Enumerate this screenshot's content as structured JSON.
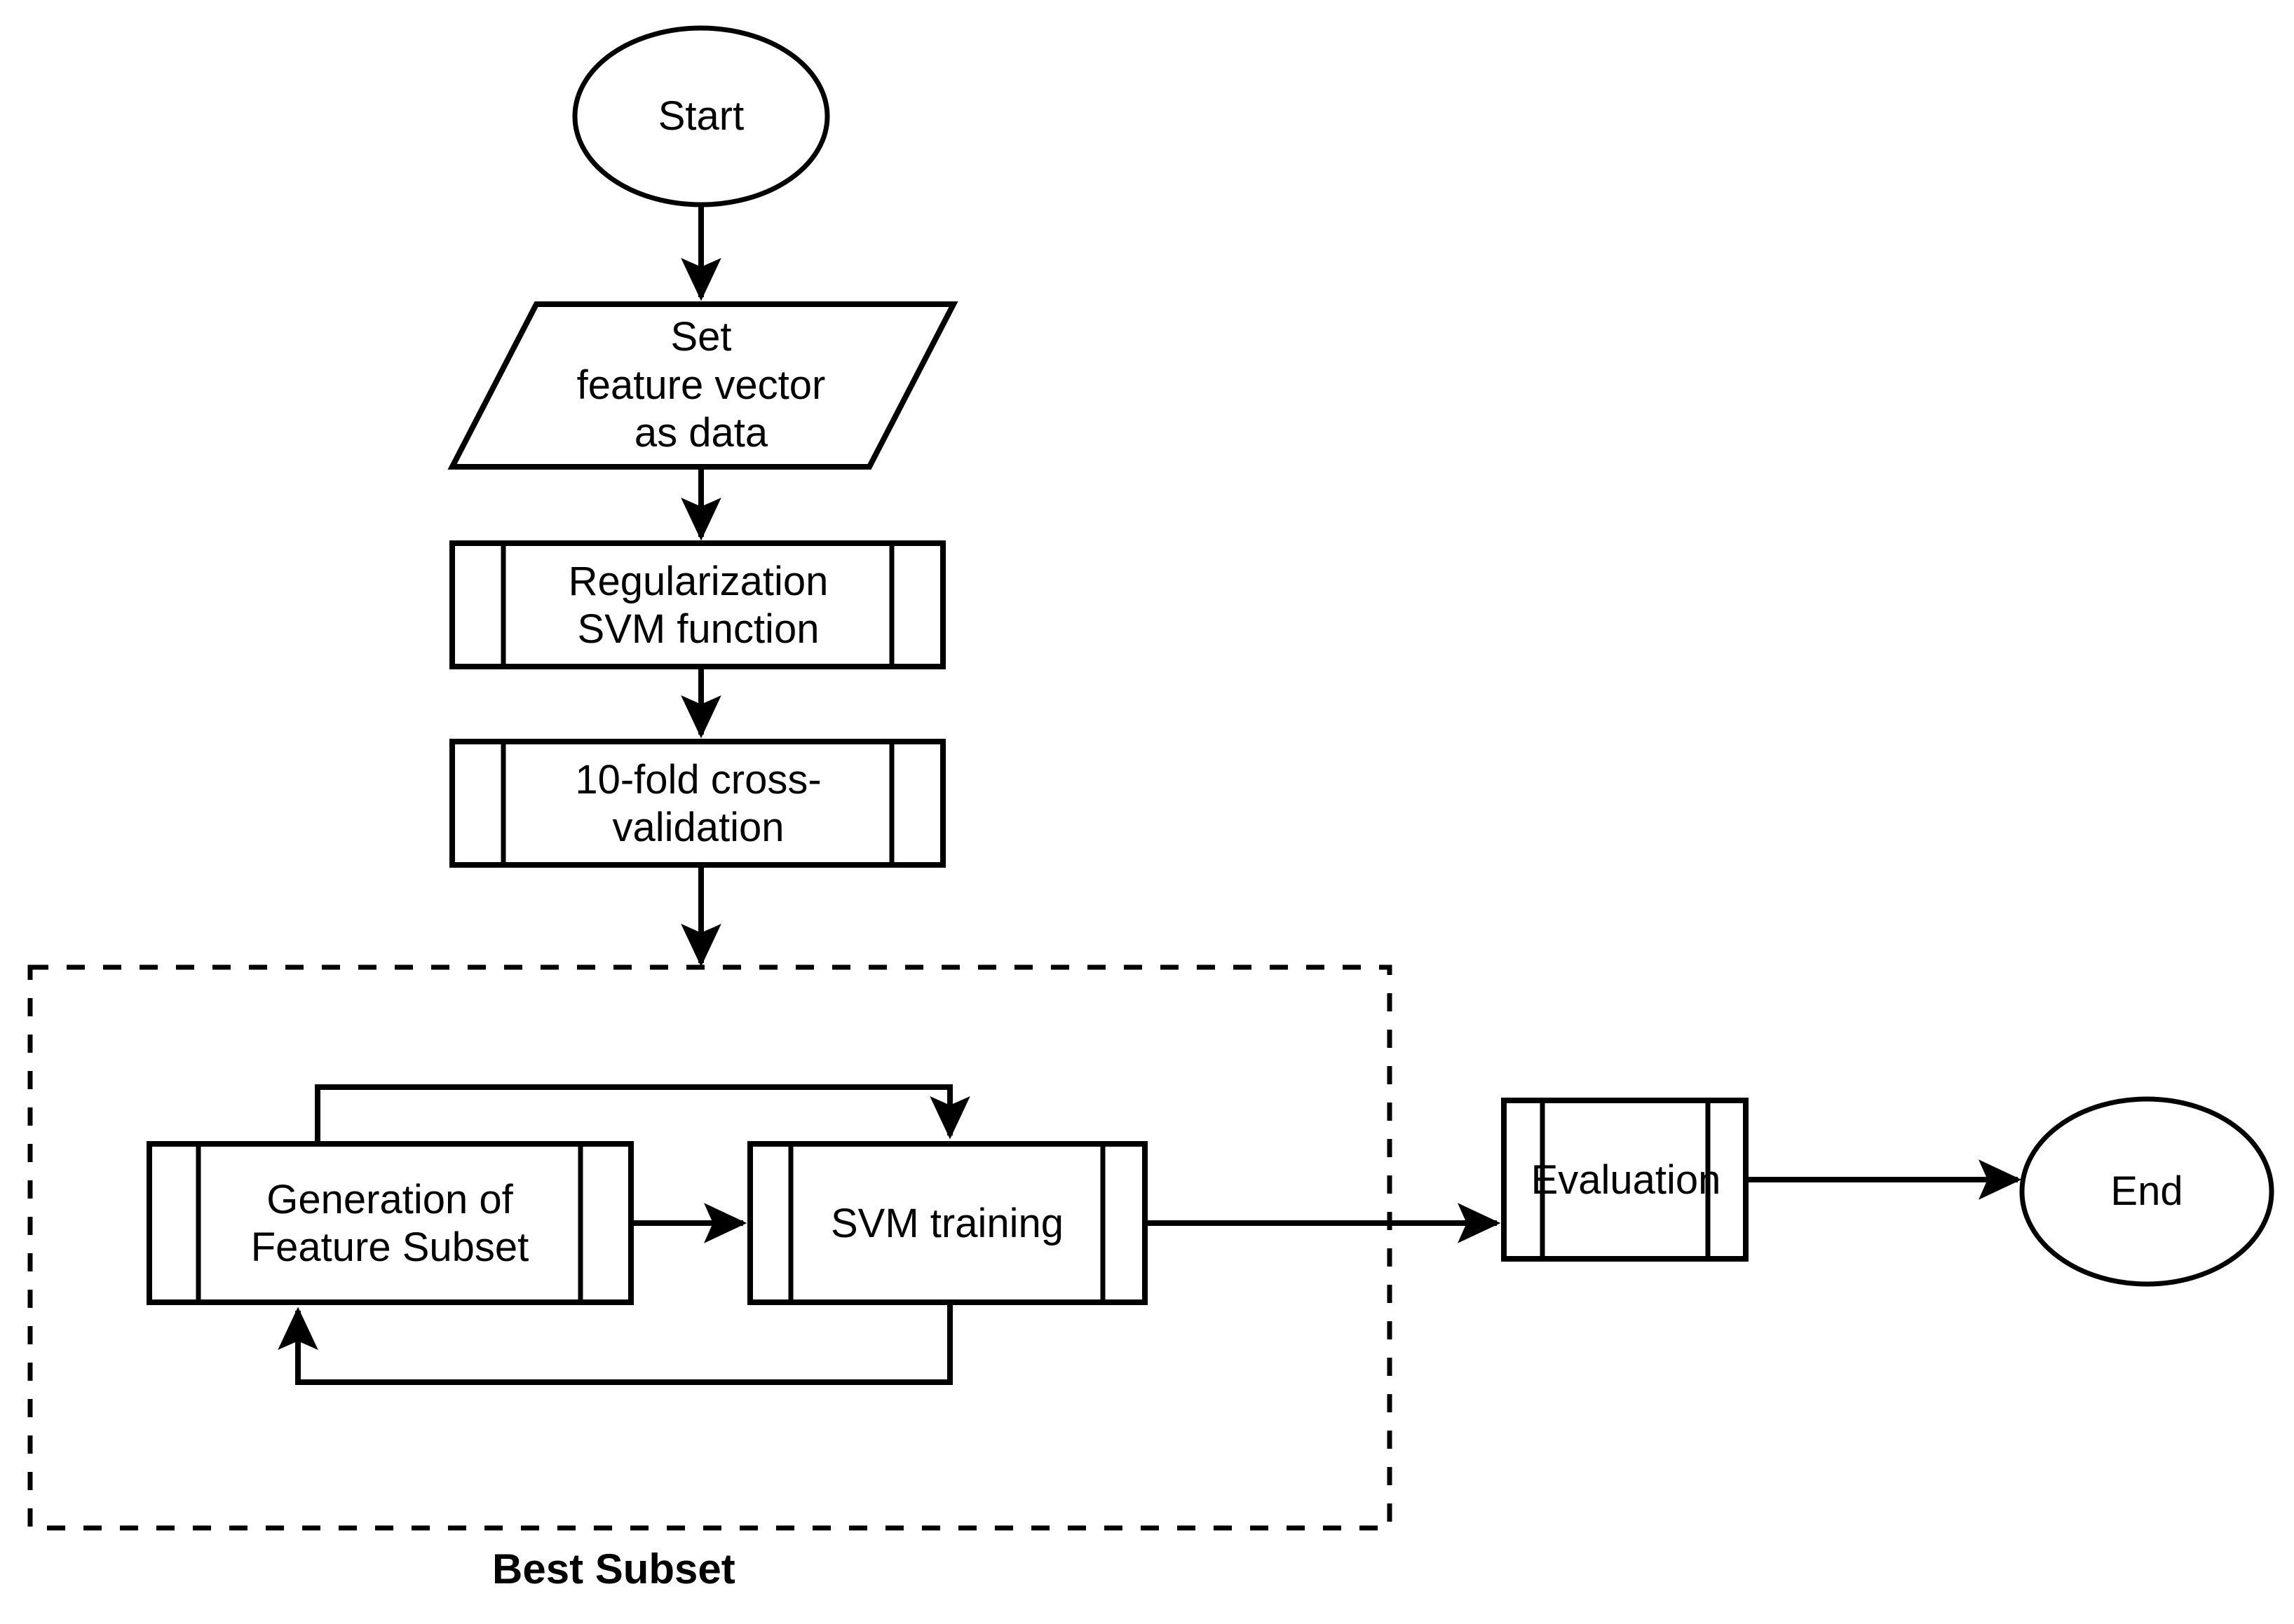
{
  "diagram": {
    "title": "SVM feature selection flowchart",
    "background_color": "#ffffff",
    "stroke_color": "#000000",
    "nodes": {
      "start": {
        "label": "Start",
        "shape": "ellipse"
      },
      "set_feature_vector": {
        "label": "Set\nfeature vector\nas data",
        "shape": "parallelogram"
      },
      "regularization": {
        "label": "Regularization\nSVM function",
        "shape": "predefined-process"
      },
      "cross_validation": {
        "label": "10-fold cross-\nvalidation",
        "shape": "predefined-process"
      },
      "generation": {
        "label": "Generation of\nFeature Subset",
        "shape": "predefined-process"
      },
      "svm_training": {
        "label": "SVM training",
        "shape": "predefined-process"
      },
      "evaluation": {
        "label": "Evaluation",
        "shape": "predefined-process"
      },
      "end": {
        "label": "End",
        "shape": "ellipse"
      }
    },
    "group": {
      "caption": "Best Subset",
      "border_style": "dashed"
    }
  }
}
